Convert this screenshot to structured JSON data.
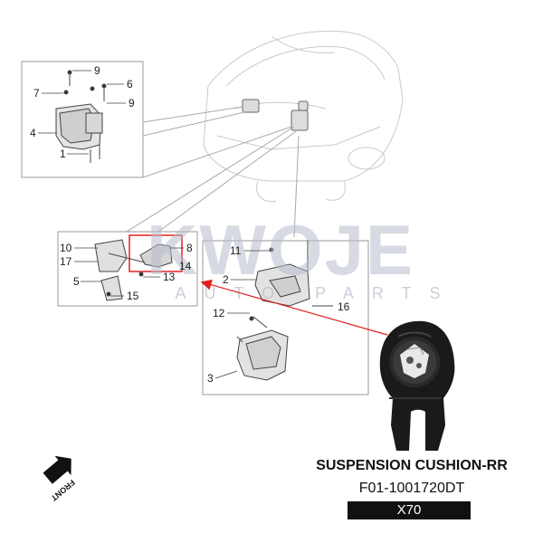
{
  "diagram": {
    "callouts": {
      "c1": "1",
      "c4": "4",
      "c6": "6",
      "c7": "7",
      "c9a": "9",
      "c9b": "9",
      "c10": "10",
      "c17": "17",
      "c5": "5",
      "c15": "15",
      "c8": "8",
      "c14": "14",
      "c13": "13",
      "c11": "11",
      "c2": "2",
      "c16": "16",
      "c12": "12",
      "c3": "3"
    },
    "front_label": "FRONT",
    "highlight_color": "#e02020"
  },
  "watermark": {
    "brand": "KWOJE",
    "sub": "AUTO PARTS"
  },
  "product": {
    "name": "SUSPENSION CUSHION-RR",
    "part_number": "F01-1001720DT",
    "model": "X70"
  }
}
